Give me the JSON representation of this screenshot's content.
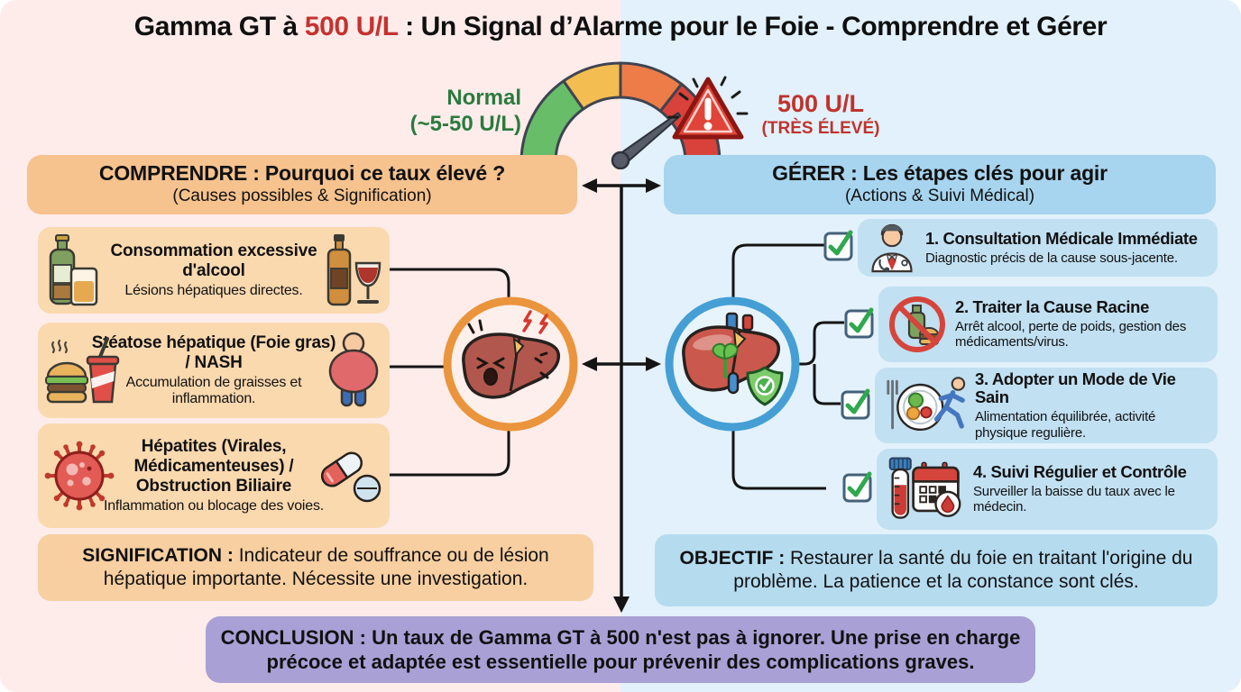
{
  "title": {
    "pre": "Gamma GT à ",
    "value": "500 U/L",
    "post": " : Un Signal d’Alarme pour le Foie - Comprendre et Gérer"
  },
  "gauge": {
    "normal_label": "Normal",
    "normal_range": "(~5-50 U/L)",
    "alarm_value": "500 U/L",
    "alarm_label": "(TRÈS ÉLEVÉ)",
    "segments": [
      "green",
      "amber",
      "orange",
      "red"
    ],
    "needle_zone": "red"
  },
  "left": {
    "header": {
      "title": "COMPRENDRE : Pourquoi ce taux élevé ?",
      "subtitle": "(Causes possibles & Signification)"
    },
    "causes": [
      {
        "title": "Consommation excessive d'alcool",
        "desc": "Lésions hépatiques directes."
      },
      {
        "title": "Stéatose hépatique (Foie gras) / NASH",
        "desc": "Accumulation de graisses et inflammation."
      },
      {
        "title": "Hépatites (Virales, Médicamenteuses) / Obstruction Biliaire",
        "desc": "Inflammation ou blocage des voies."
      }
    ],
    "signification": {
      "label": "SIGNIFICATION :",
      "text": " Indicateur de souffrance ou de lésion hépatique importante. Nécessite une investigation."
    }
  },
  "right": {
    "header": {
      "title": "GÉRER : Les étapes clés pour agir",
      "subtitle": "(Actions & Suivi Médical)"
    },
    "steps": [
      {
        "title": "1. Consultation Médicale Immédiate",
        "desc": "Diagnostic précis de la cause sous-jacente."
      },
      {
        "title": "2. Traiter la Cause Racine",
        "desc": "Arrêt alcool, perte de poids, gestion des médicaments/virus."
      },
      {
        "title": "3. Adopter un Mode de Vie Sain",
        "desc": "Alimentation équilibrée, activité physique regulière."
      },
      {
        "title": "4. Suivi Régulier et Contrôle",
        "desc": "Surveiller la baisse du taux avec le médecin."
      }
    ],
    "objectif": {
      "label": "OBJECTIF :",
      "text": " Restaurer la santé du foie en traitant l'origine du problème. La patience et la constance sont clés."
    }
  },
  "conclusion": {
    "label": "CONCLUSION :",
    "text": " Un taux de Gamma GT à 500 n'est pas à ignorer. Une prise en charge précoce et adaptée est essentielle pour prévenir des complications graves."
  },
  "icons": {
    "wine-bottle-glass-icon": "bottle and tumbler of alcohol",
    "whiskey-wine-icon": "whiskey bottle and red wine glass",
    "fastfood-icon": "burger and soda cup",
    "obese-person-icon": "overweight person",
    "virus-icon": "red virus particle",
    "pills-icon": "capsule and tablet",
    "sick-liver-icon": "suffering liver with pain bolts",
    "healthy-liver-icon": "healthy liver with sprout and shield check",
    "warning-triangle-icon": "red alert triangle with exclamation",
    "doctor-icon": "physician with stethoscope",
    "no-alcohol-icon": "prohibition sign over bottle and burger",
    "healthy-lifestyle-icon": "balanced plate and runner",
    "blood-test-calendar-icon": "blood tube and calendar with drop",
    "checkbox-icon": "green check in box",
    "gauge-icon": "semi-circular level gauge"
  },
  "colors": {
    "left_bg": "#fdecea",
    "right_bg": "#e2f1fb",
    "orange_header": "#f6c28e",
    "orange_box": "#fbd9af",
    "orange_note": "#f7cfa0",
    "blue_header": "#a7d4ee",
    "blue_box": "#c1e0f2",
    "blue_note": "#b5dbef",
    "purple_box": "#a9a0d6",
    "alert_red": "#c5332f",
    "normal_green": "#2b7a3e",
    "circle_orange": "#ea943c",
    "circle_blue": "#459fd4",
    "line_black": "#141414"
  }
}
